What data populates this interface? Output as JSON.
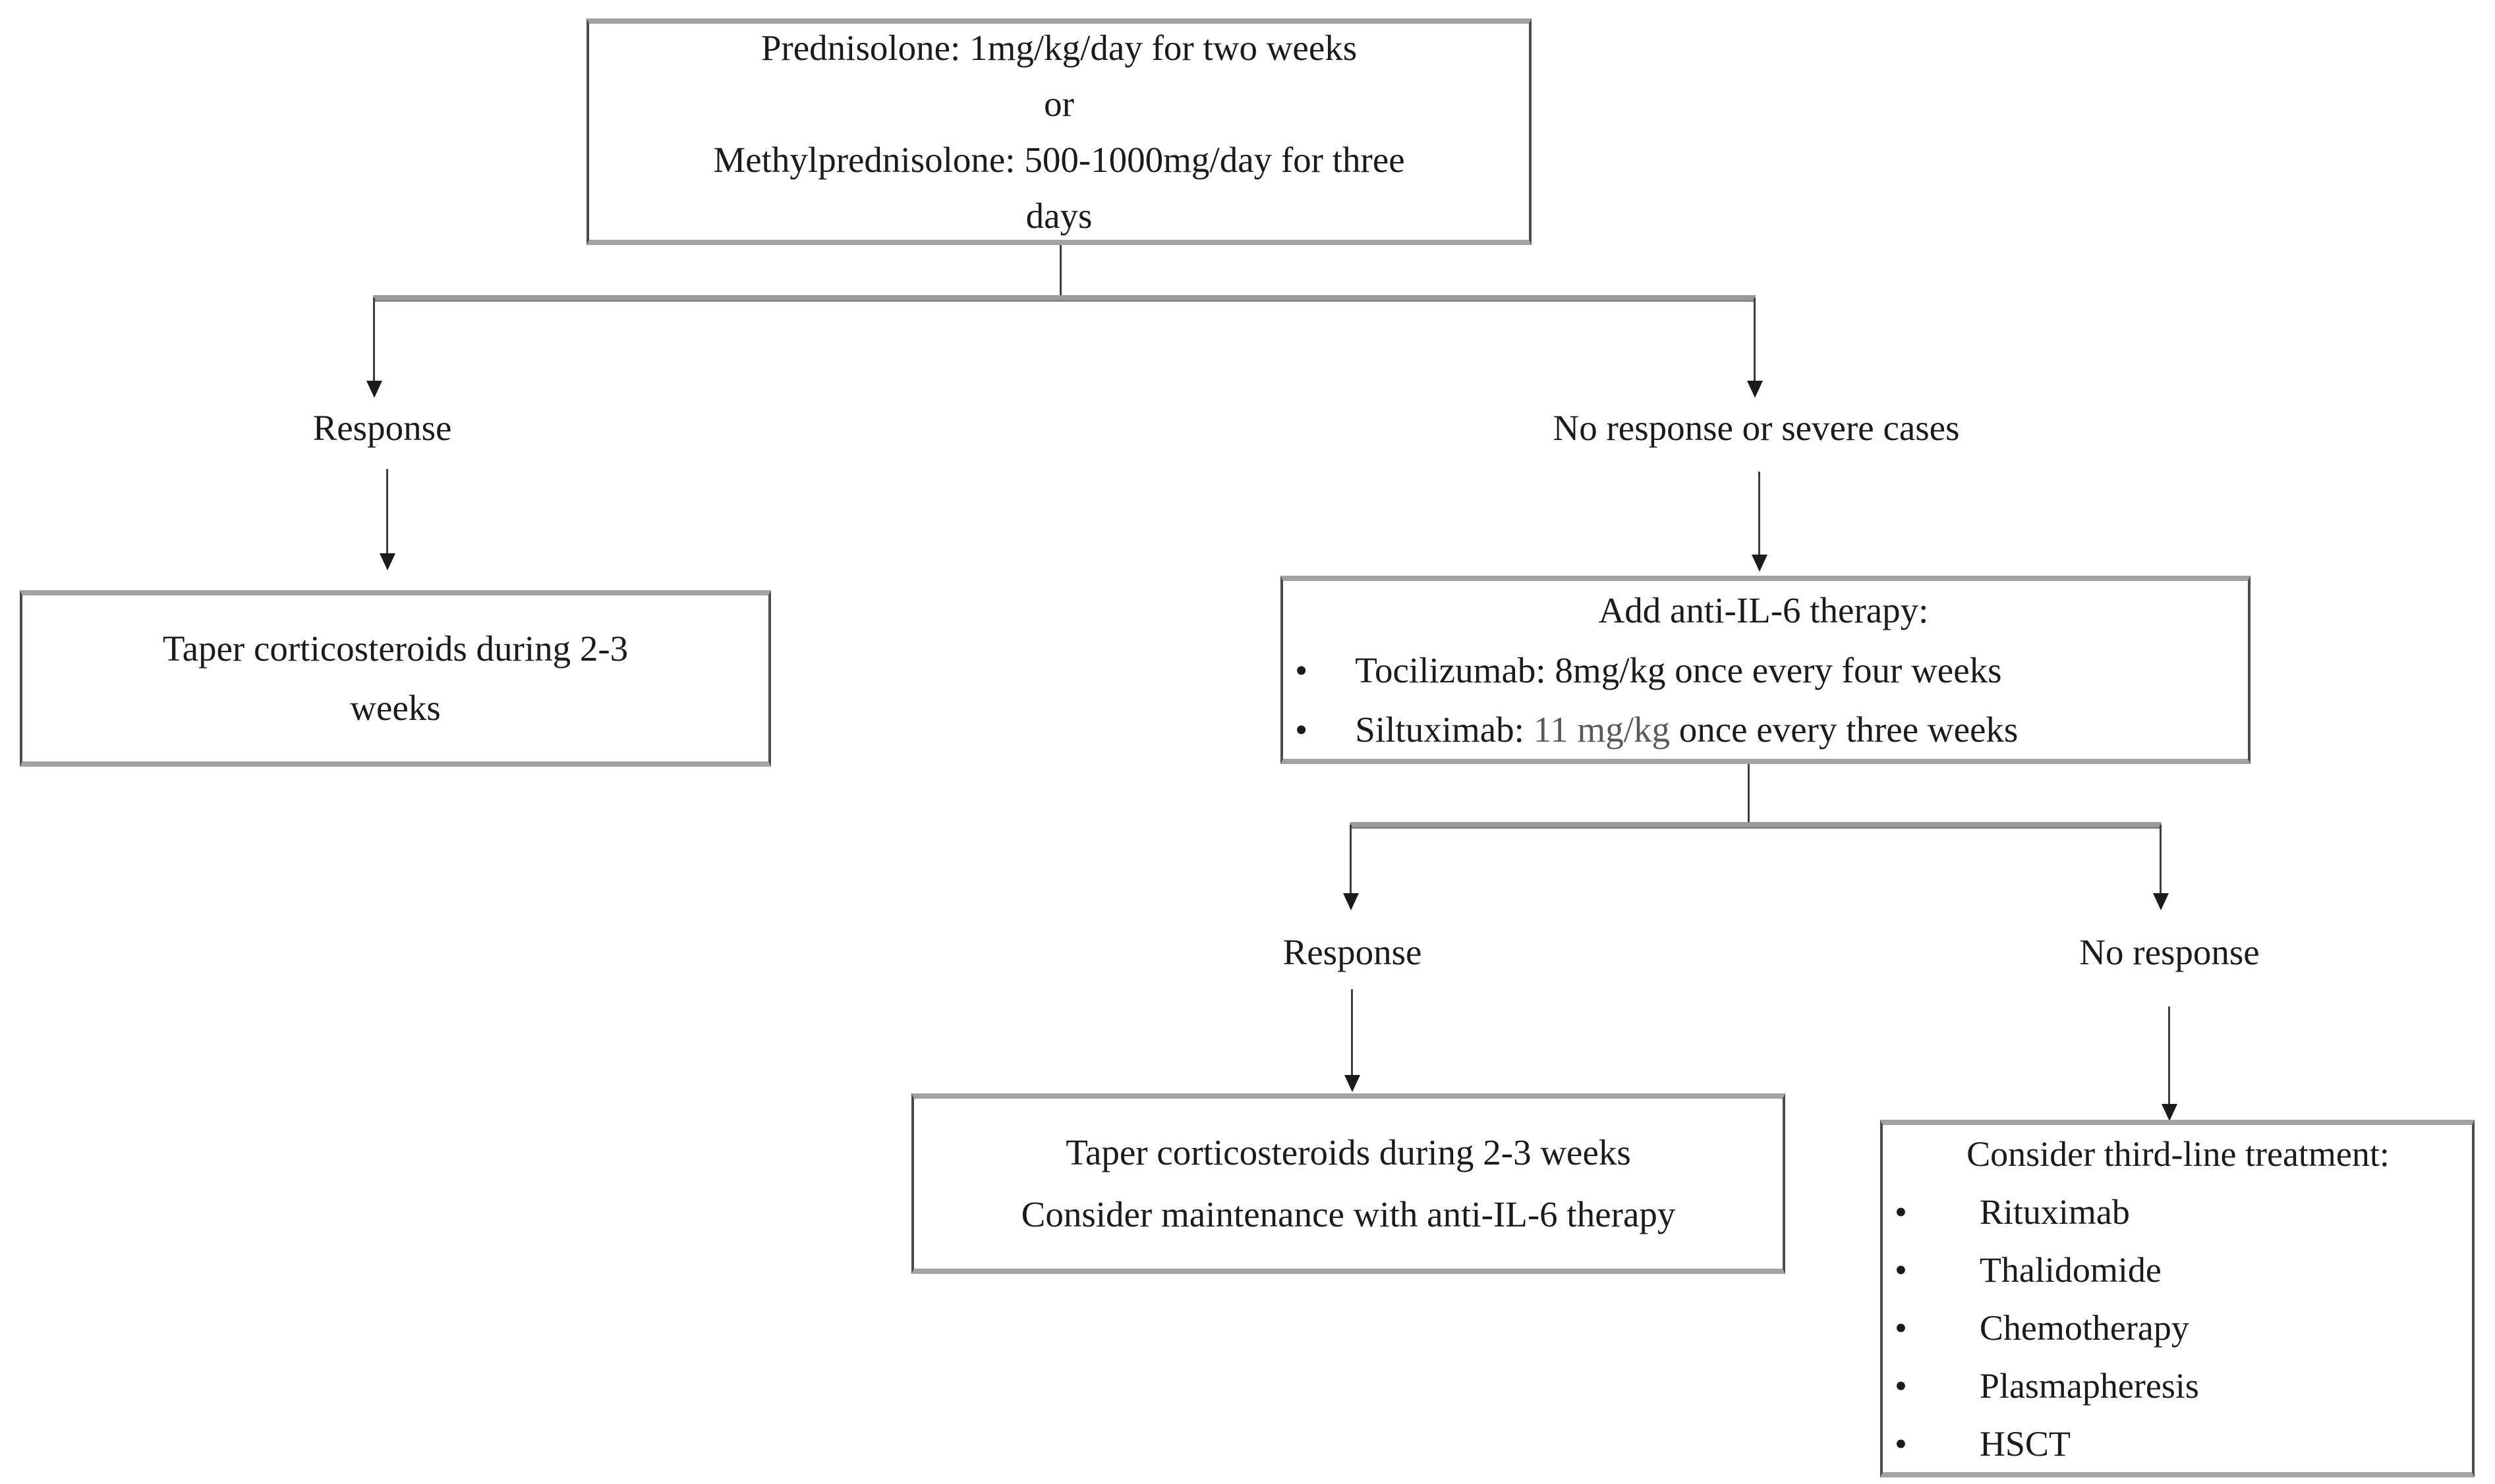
{
  "colors": {
    "background": "#ffffff",
    "text": "#1b1b1b",
    "box_border_dark": "#4b4b4b",
    "box_border_gray": "#a3a3a3",
    "connector_gray": "#9b9b9b",
    "line_dark": "#3c3c3c",
    "siltuximab_dose_gray": "#5a5a5a"
  },
  "icons": {
    "bullet": "•"
  },
  "flowchart": {
    "start_box": {
      "lines": [
        "Prednisolone: 1mg/kg/day for two weeks",
        "or",
        "Methylprednisolone: 500-1000mg/day for three",
        "days"
      ]
    },
    "branch1": {
      "left_label": "Response",
      "right_label": "No response or severe cases"
    },
    "taper_box": {
      "lines": [
        "Taper corticosteroids during 2-3",
        "weeks"
      ]
    },
    "anti_il6_box": {
      "heading": "Add anti-IL-6 therapy:",
      "bullet1": "Tocilizumab: 8mg/kg once every four weeks",
      "bullet2_prefix": "Siltuximab: ",
      "bullet2_dose": "11 mg/kg",
      "bullet2_suffix": " once every three weeks"
    },
    "branch2": {
      "left_label": "Response",
      "right_label": "No response"
    },
    "maintenance_box": {
      "lines": [
        "Taper corticosteroids during 2-3 weeks",
        "Consider maintenance with anti-IL-6 therapy"
      ]
    },
    "third_line_box": {
      "heading": "Consider third-line treatment:",
      "bullets": [
        "Rituximab",
        "Thalidomide",
        "Chemotherapy",
        "Plasmapheresis",
        "HSCT"
      ]
    }
  }
}
